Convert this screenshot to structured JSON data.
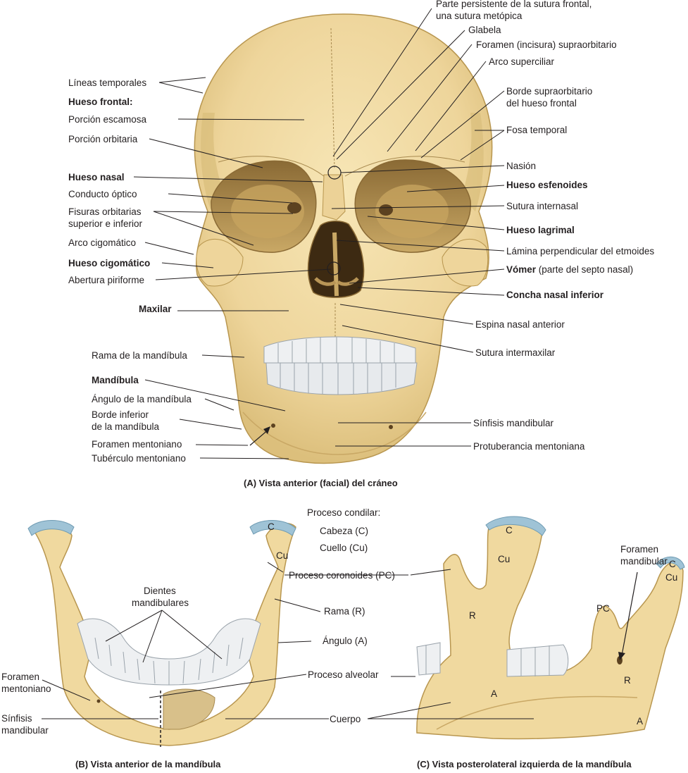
{
  "colors": {
    "bone": "#f2dda6",
    "bone_shadow": "#d9bd7a",
    "bone_dark": "#b8964f",
    "cartilage": "#9fc3d6",
    "teeth": "#eef0f2",
    "line": "#231f20"
  },
  "panel_a": {
    "caption": "(A) Vista anterior (facial) del cráneo",
    "labels_left": {
      "lineas_temporales": "Líneas temporales",
      "hueso_frontal": "Hueso frontal:",
      "porcion_escamosa": "Porción escamosa",
      "porcion_orbitaria": "Porción orbitaria",
      "hueso_nasal": "Hueso nasal",
      "conducto_optico": "Conducto óptico",
      "fisuras_1": "Fisuras orbitarias",
      "fisuras_2": "superior e inferior",
      "arco_cigomatico": "Arco cigomático",
      "hueso_cigomatico": "Hueso cigomático",
      "abertura_piriforme": "Abertura piriforme",
      "maxilar": "Maxilar",
      "rama_mandibula": "Rama de la mandíbula",
      "mandibula": "Mandíbula",
      "angulo_mandibula": "Ángulo de la mandíbula",
      "borde_inferior_1": "Borde inferior",
      "borde_inferior_2": "de la mandíbula",
      "foramen_mentoniano": "Foramen mentoniano",
      "tuberculo_mentoniano": "Tubérculo mentoniano"
    },
    "labels_right": {
      "metopica_1": "Parte persistente de la sutura frontal,",
      "metopica_2": "una sutura metópica",
      "glabela": "Glabela",
      "foramen_supraorbitario": "Foramen (incisura) supraorbitario",
      "arco_superciliar": "Arco superciliar",
      "borde_supraorbitario_1": "Borde supraorbitario",
      "borde_supraorbitario_2": "del hueso frontal",
      "fosa_temporal": "Fosa temporal",
      "nasion": "Nasión",
      "hueso_esfenoides": "Hueso esfenoides",
      "sutura_internasal": "Sutura internasal",
      "hueso_lagrimal": "Hueso lagrimal",
      "lamina_perpendicular": "Lámina perpendicular del etmoides",
      "vomer_bold": "Vómer",
      "vomer_rest": " (parte del septo nasal)",
      "concha_nasal": "Concha nasal inferior",
      "espina_nasal": "Espina nasal anterior",
      "sutura_intermaxilar": "Sutura intermaxilar",
      "sinfisis_mandibular": "Sínfisis mandibular",
      "protuberancia_mentoniana": "Protuberancia mentoniana"
    }
  },
  "panel_b": {
    "caption": "(B) Vista anterior de la mandíbula",
    "labels": {
      "proceso_condilar": "Proceso condilar:",
      "cabeza": "Cabeza (C)",
      "cuello": "Cuello (Cu)",
      "c": "C",
      "cu": "Cu",
      "proceso_coronoides": "Proceso coronoides (PC)",
      "dientes_1": "Dientes",
      "dientes_2": "mandibulares",
      "rama": "Rama (R)",
      "angulo": "Ángulo (A)",
      "foramen_1": "Foramen",
      "foramen_2": "mentoniano",
      "proceso_alveolar": "Proceso alveolar",
      "sinfisis_1": "Sínfisis",
      "sinfisis_2": "mandibular",
      "cuerpo": "Cuerpo"
    }
  },
  "panel_c": {
    "caption": "(C) Vista posterolateral izquierda de la mandíbula",
    "labels": {
      "c_left": "C",
      "cu_left": "Cu",
      "r_left": "R",
      "a_left": "A",
      "foramen_mandibular_1": "Foramen",
      "foramen_mandibular_2": "mandibular",
      "c_right": "C",
      "cu_right": "Cu",
      "pc": "PC",
      "r_right": "R",
      "a_right": "A"
    }
  }
}
